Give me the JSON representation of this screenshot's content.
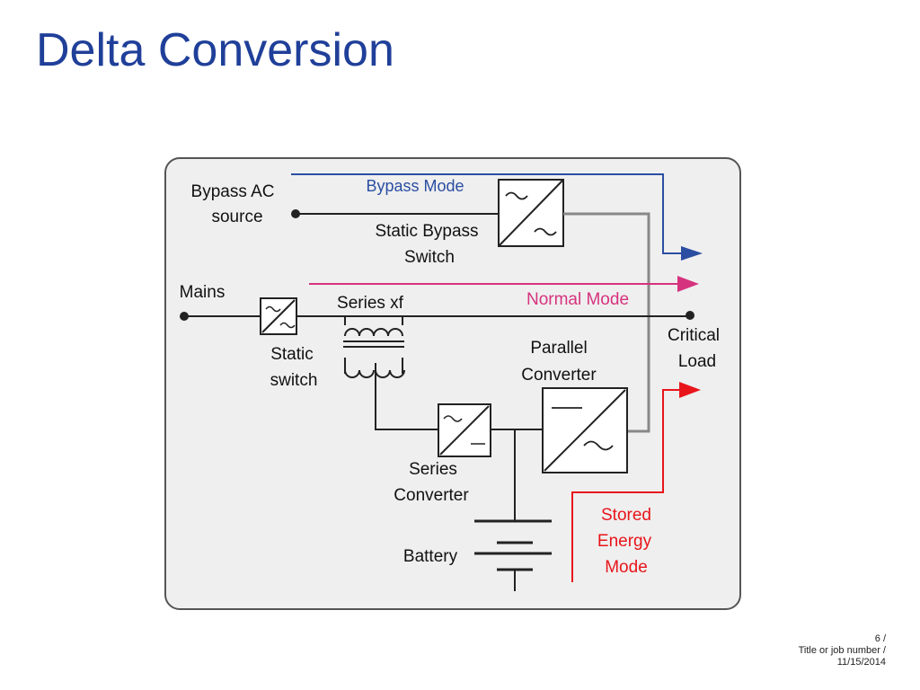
{
  "slide": {
    "title": "Delta Conversion"
  },
  "diagram": {
    "labels": {
      "bypass_source_line1": "Bypass AC",
      "bypass_source_line2": "source",
      "bypass_mode": "Bypass Mode",
      "static_bypass_line1": "Static Bypass",
      "static_bypass_line2": "Switch",
      "mains": "Mains",
      "series_xf": "Series xf",
      "normal_mode": "Normal Mode",
      "critical_line1": "Critical",
      "critical_line2": "Load",
      "static_switch_line1": "Static",
      "static_switch_line2": "switch",
      "parallel_line1": "Parallel",
      "parallel_line2": "Converter",
      "series_conv_line1": "Series",
      "series_conv_line2": "Converter",
      "stored_line1": "Stored",
      "stored_line2": "Energy",
      "stored_line3": "Mode",
      "battery": "Battery"
    },
    "colors": {
      "bypass_mode": "#2b4ea2",
      "normal_mode": "#d6337e",
      "stored_energy_mode": "#e8151b",
      "panel_fill": "#efefef",
      "panel_border": "#555555",
      "wire": "#222222",
      "bypass_wire": "#888888"
    }
  },
  "footer": {
    "page": "6 /",
    "job": "Title or job number /",
    "date": "11/15/2014"
  }
}
